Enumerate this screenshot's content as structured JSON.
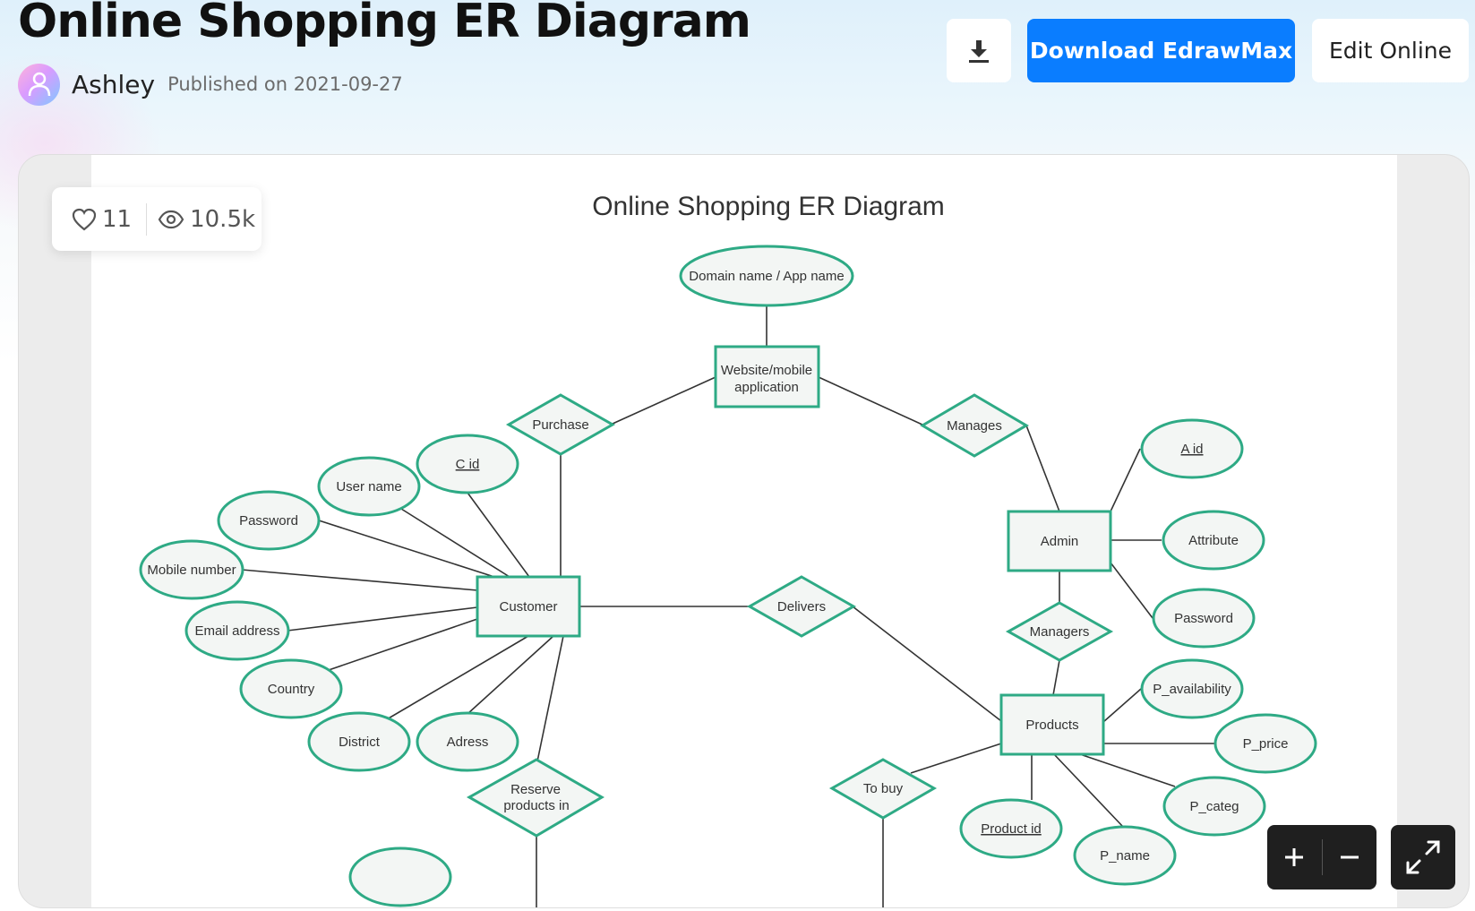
{
  "page": {
    "title": "Online Shopping ER Diagram",
    "author": "Ashley",
    "published": "Published on 2021-09-27"
  },
  "actions": {
    "download_label": "Download EdrawMax",
    "edit_label": "Edit Online",
    "download_icon": "download-icon"
  },
  "stats": {
    "likes": "11",
    "views": "10.5k"
  },
  "colors": {
    "accent": "#0a7dff",
    "diagram_stroke": "#2eaa85",
    "diagram_fill": "#f3f6f4",
    "line": "#333333"
  },
  "diagram": {
    "title": "Online Shopping ER Diagram",
    "entities": {
      "website": [
        "Website/mobile",
        "application"
      ],
      "customer": "Customer",
      "admin": "Admin",
      "products": "Products"
    },
    "relationships": {
      "purchase": "Purchase",
      "manages": "Manages",
      "delivers": "Delivers",
      "managers": "Managers",
      "reserve": [
        "Reserve",
        "products in"
      ],
      "to_buy": "To buy"
    },
    "attributes": {
      "domain": "Domain name / App name",
      "c_id": "C id",
      "user_name": "User name",
      "password": "Password",
      "mobile": "Mobile number",
      "email": "Email address",
      "country": "Country",
      "district": "District",
      "adress": "Adress",
      "a_id": "A id",
      "attribute": "Attribute",
      "admin_password": "Password",
      "p_availability": "P_availability",
      "p_price": "P_price",
      "p_categ": "P_categ",
      "product_id": "Product id",
      "p_name": "P_name"
    }
  },
  "controls": {
    "zoom_in": "zoom-in-icon",
    "zoom_out": "zoom-out-icon",
    "fullscreen": "fullscreen-icon"
  }
}
